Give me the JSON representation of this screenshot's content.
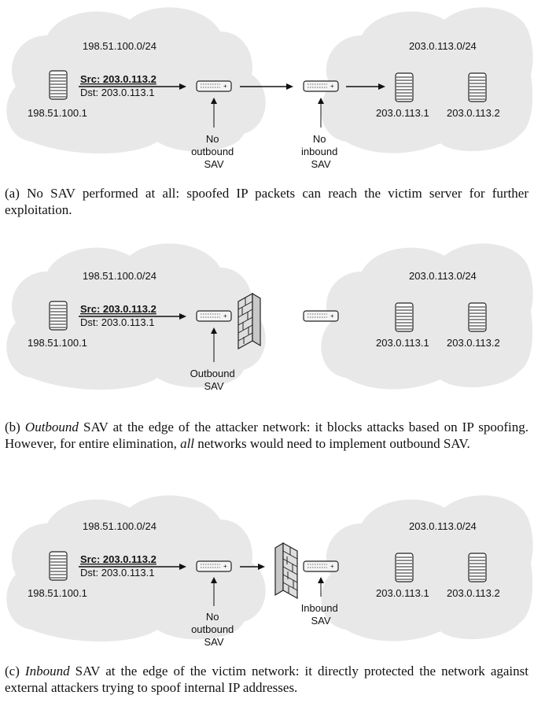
{
  "panels": [
    {
      "id": "a",
      "left_net": "198.51.100.0/24",
      "right_net": "203.0.113.0/24",
      "attacker_host": "198.51.100.1",
      "src": "Src: 203.0.113.2",
      "dst": "Dst: 203.0.113.1",
      "host1": "203.0.113.1",
      "host2": "203.0.113.2",
      "note_left": [
        "No",
        "outbound",
        "SAV"
      ],
      "note_right": [
        "No",
        "inbound",
        "SAV"
      ],
      "caption": {
        "prefix": "(a) No SAV performed at all: spoofed IP packets can reach the victim server for further exploitation.",
        "em1": "",
        "mid": "",
        "em2": "",
        "suffix": ""
      }
    },
    {
      "id": "b",
      "left_net": "198.51.100.0/24",
      "right_net": "203.0.113.0/24",
      "attacker_host": "198.51.100.1",
      "src": "Src: 203.0.113.2",
      "dst": "Dst: 203.0.113.1",
      "host1": "203.0.113.1",
      "host2": "203.0.113.2",
      "note_left": [
        "Outbound",
        "SAV"
      ],
      "note_right": [],
      "caption": {
        "prefix": "(b) ",
        "em1": "Outbound",
        "mid": " SAV at the edge of the attacker network: it blocks attacks based on IP spoofing. However, for entire elimination, ",
        "em2": "all",
        "suffix": " networks would need to implement outbound SAV."
      }
    },
    {
      "id": "c",
      "left_net": "198.51.100.0/24",
      "right_net": "203.0.113.0/24",
      "attacker_host": "198.51.100.1",
      "src": "Src: 203.0.113.2",
      "dst": "Dst: 203.0.113.1",
      "host1": "203.0.113.1",
      "host2": "203.0.113.2",
      "note_left": [
        "No",
        "outbound",
        "SAV"
      ],
      "note_right": [
        "Inbound",
        "SAV"
      ],
      "caption": {
        "prefix": "(c) ",
        "em1": "Inbound",
        "mid": " SAV at the edge of the victim network: it directly protected the network against external attackers trying to spoof internal IP addresses.",
        "em2": "",
        "suffix": ""
      }
    }
  ],
  "colors": {
    "cloud": "#e8e8e8",
    "stroke": "#222222",
    "wall": "#dedede"
  }
}
